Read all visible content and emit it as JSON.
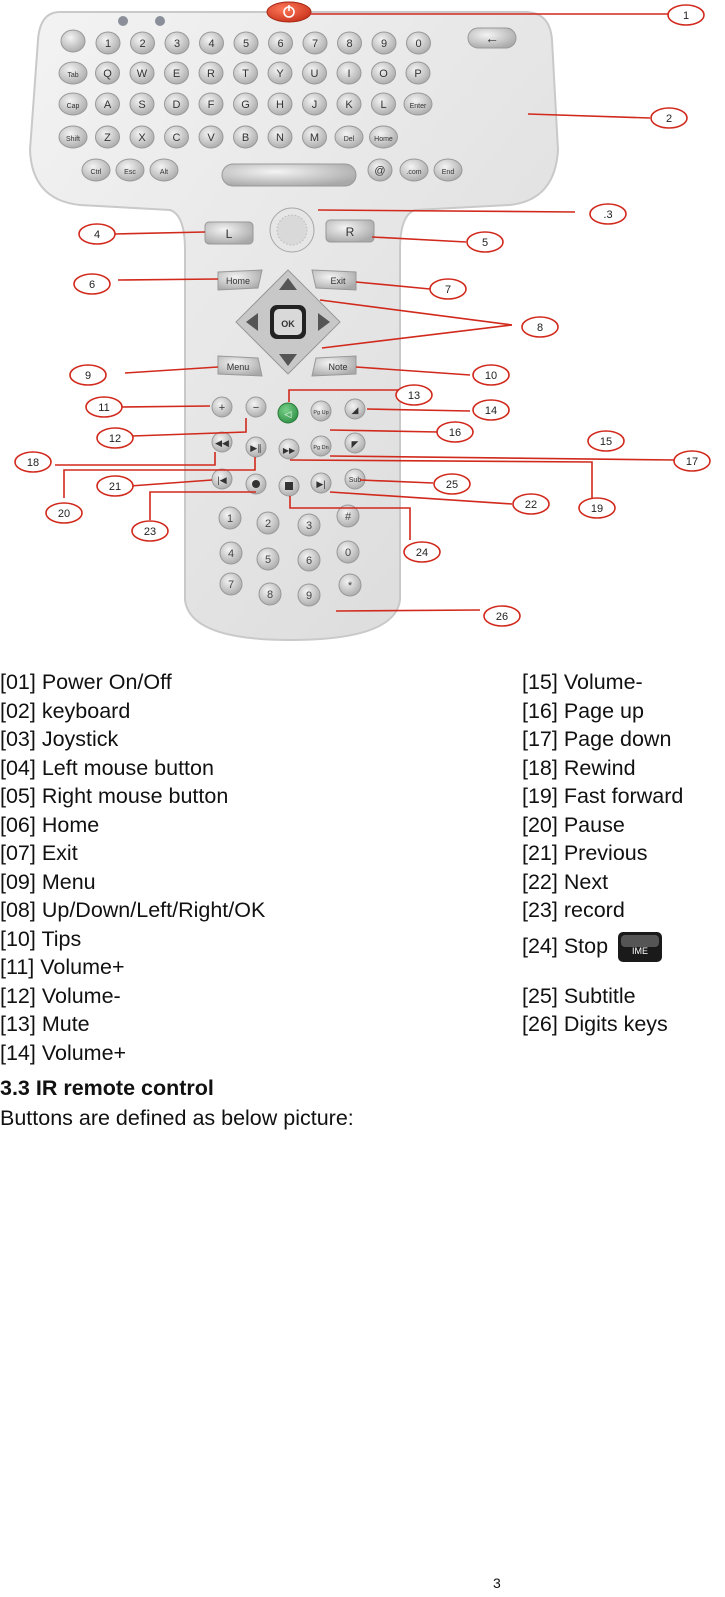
{
  "figure": {
    "callouts": [
      "1",
      "2",
      ".3",
      "4",
      "5",
      "6",
      "7",
      "8",
      "9",
      "10",
      "11",
      "12",
      "13",
      "14",
      "15",
      "16",
      "17",
      "18",
      "19",
      "20",
      "21",
      "22",
      "23",
      "24",
      "25",
      "26"
    ],
    "keyboard": {
      "row1": [
        "1",
        "2",
        "3",
        "4",
        "5",
        "6",
        "7",
        "8",
        "9",
        "0"
      ],
      "row2": [
        "Tab",
        "Q",
        "W",
        "E",
        "R",
        "T",
        "Y",
        "U",
        "I",
        "O",
        "P"
      ],
      "row3": [
        "Cap",
        "A",
        "S",
        "D",
        "F",
        "G",
        "H",
        "J",
        "K",
        "L",
        "Enter"
      ],
      "row4": [
        "Shift",
        "Z",
        "X",
        "C",
        "V",
        "B",
        "N",
        "M",
        "Del",
        "Home"
      ],
      "row5": [
        "Ctrl",
        "Esc",
        "Alt",
        "@",
        ".com",
        "End"
      ]
    },
    "mouse_left": "L",
    "mouse_right": "R",
    "home": "Home",
    "exit": "Exit",
    "ok": "OK",
    "menu": "Menu",
    "note": "Note",
    "pgup": "Pg Up",
    "pgdn": "Pg Dn",
    "sub": "Sub",
    "digits": [
      "1",
      "2",
      "3",
      "#",
      "4",
      "5",
      "6",
      "0",
      "7",
      "8",
      "9",
      "*"
    ]
  },
  "legend_left": [
    "[01] Power On/Off",
    "[02] keyboard",
    "[03] Joystick",
    "[04] Left mouse button",
    "[05] Right mouse button",
    "[06] Home",
    "[07] Exit",
    "[09] Menu",
    "[08] Up/Down/Left/Right/OK",
    "[10] Tips",
    "[11] Volume+",
    "[12] Volume-",
    "[13] Mute",
    "[14] Volume+"
  ],
  "legend_right": [
    "[15] Volume-",
    "[16] Page up",
    "[17] Page down",
    "[18] Rewind",
    "[19] Fast forward",
    "[20] Pause",
    "[21] Previous",
    "[22] Next",
    "[23] record",
    "[24] Stop",
    "[25] Subtitle",
    "[26] Digits keys"
  ],
  "ime_icon_label": "IME",
  "section_title": "3.3 IR remote control",
  "section_desc": "Buttons are defined as below picture:",
  "page_number": "3"
}
